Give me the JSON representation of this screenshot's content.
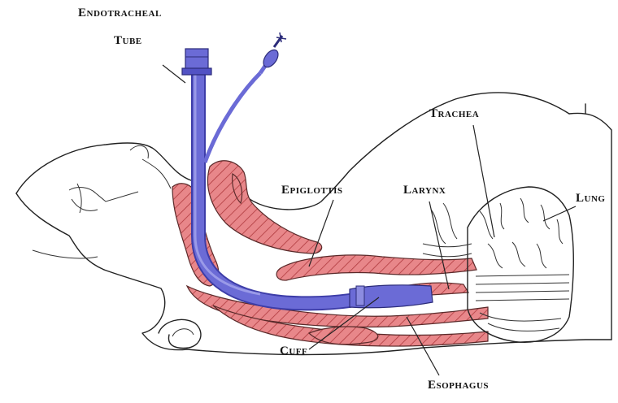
{
  "labels": {
    "endotracheal": "Endotracheal",
    "tube": "Tube",
    "trachea": "Trachea",
    "epiglottis": "Epiglottis",
    "larynx": "Larynx",
    "lung": "Lung",
    "cuff": "Cuff",
    "esophagus": "Esophagus"
  },
  "colors": {
    "tube": "#6b6bd6",
    "tube_dark": "#3d3da8",
    "tissue_fill": "#e8878a",
    "tissue_hatch": "#b03a3e",
    "outline": "#222222"
  }
}
